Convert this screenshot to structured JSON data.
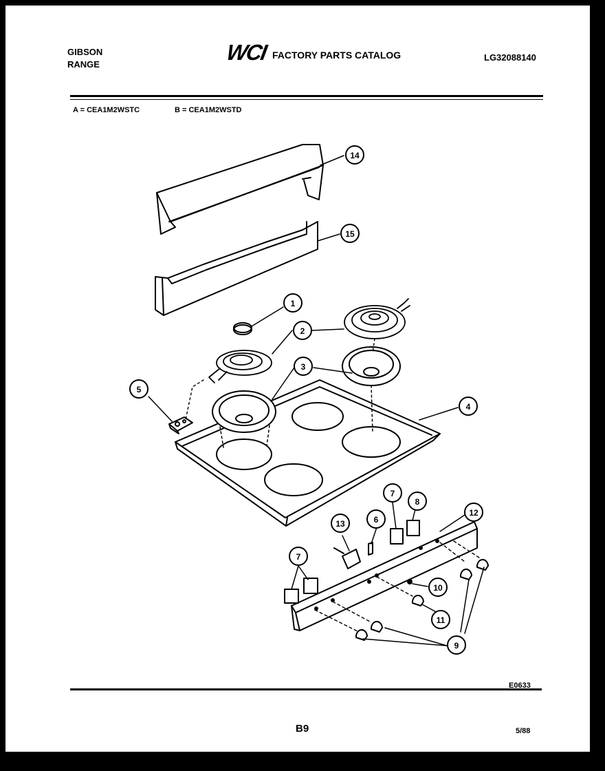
{
  "header": {
    "brand_line1": "GIBSON",
    "brand_line2": "RANGE",
    "logo": "WCI",
    "catalog_title": "FACTORY PARTS CATALOG",
    "catalog_number": "LG32088140"
  },
  "models": {
    "a": "A = CEA1M2WSTC",
    "b": "B = CEA1M2WSTD"
  },
  "callouts": [
    {
      "id": "c14",
      "label": "14"
    },
    {
      "id": "c15",
      "label": "15"
    },
    {
      "id": "c1",
      "label": "1"
    },
    {
      "id": "c2",
      "label": "2"
    },
    {
      "id": "c3",
      "label": "3"
    },
    {
      "id": "c4",
      "label": "4"
    },
    {
      "id": "c5",
      "label": "5"
    },
    {
      "id": "c7a",
      "label": "7"
    },
    {
      "id": "c8",
      "label": "8"
    },
    {
      "id": "c6",
      "label": "6"
    },
    {
      "id": "c13",
      "label": "13"
    },
    {
      "id": "c12",
      "label": "12"
    },
    {
      "id": "c7b",
      "label": "7"
    },
    {
      "id": "c10",
      "label": "10"
    },
    {
      "id": "c11",
      "label": "11"
    },
    {
      "id": "c9",
      "label": "9"
    }
  ],
  "footer": {
    "drawing_code": "E0633",
    "page": "B9",
    "date": "5/88"
  }
}
